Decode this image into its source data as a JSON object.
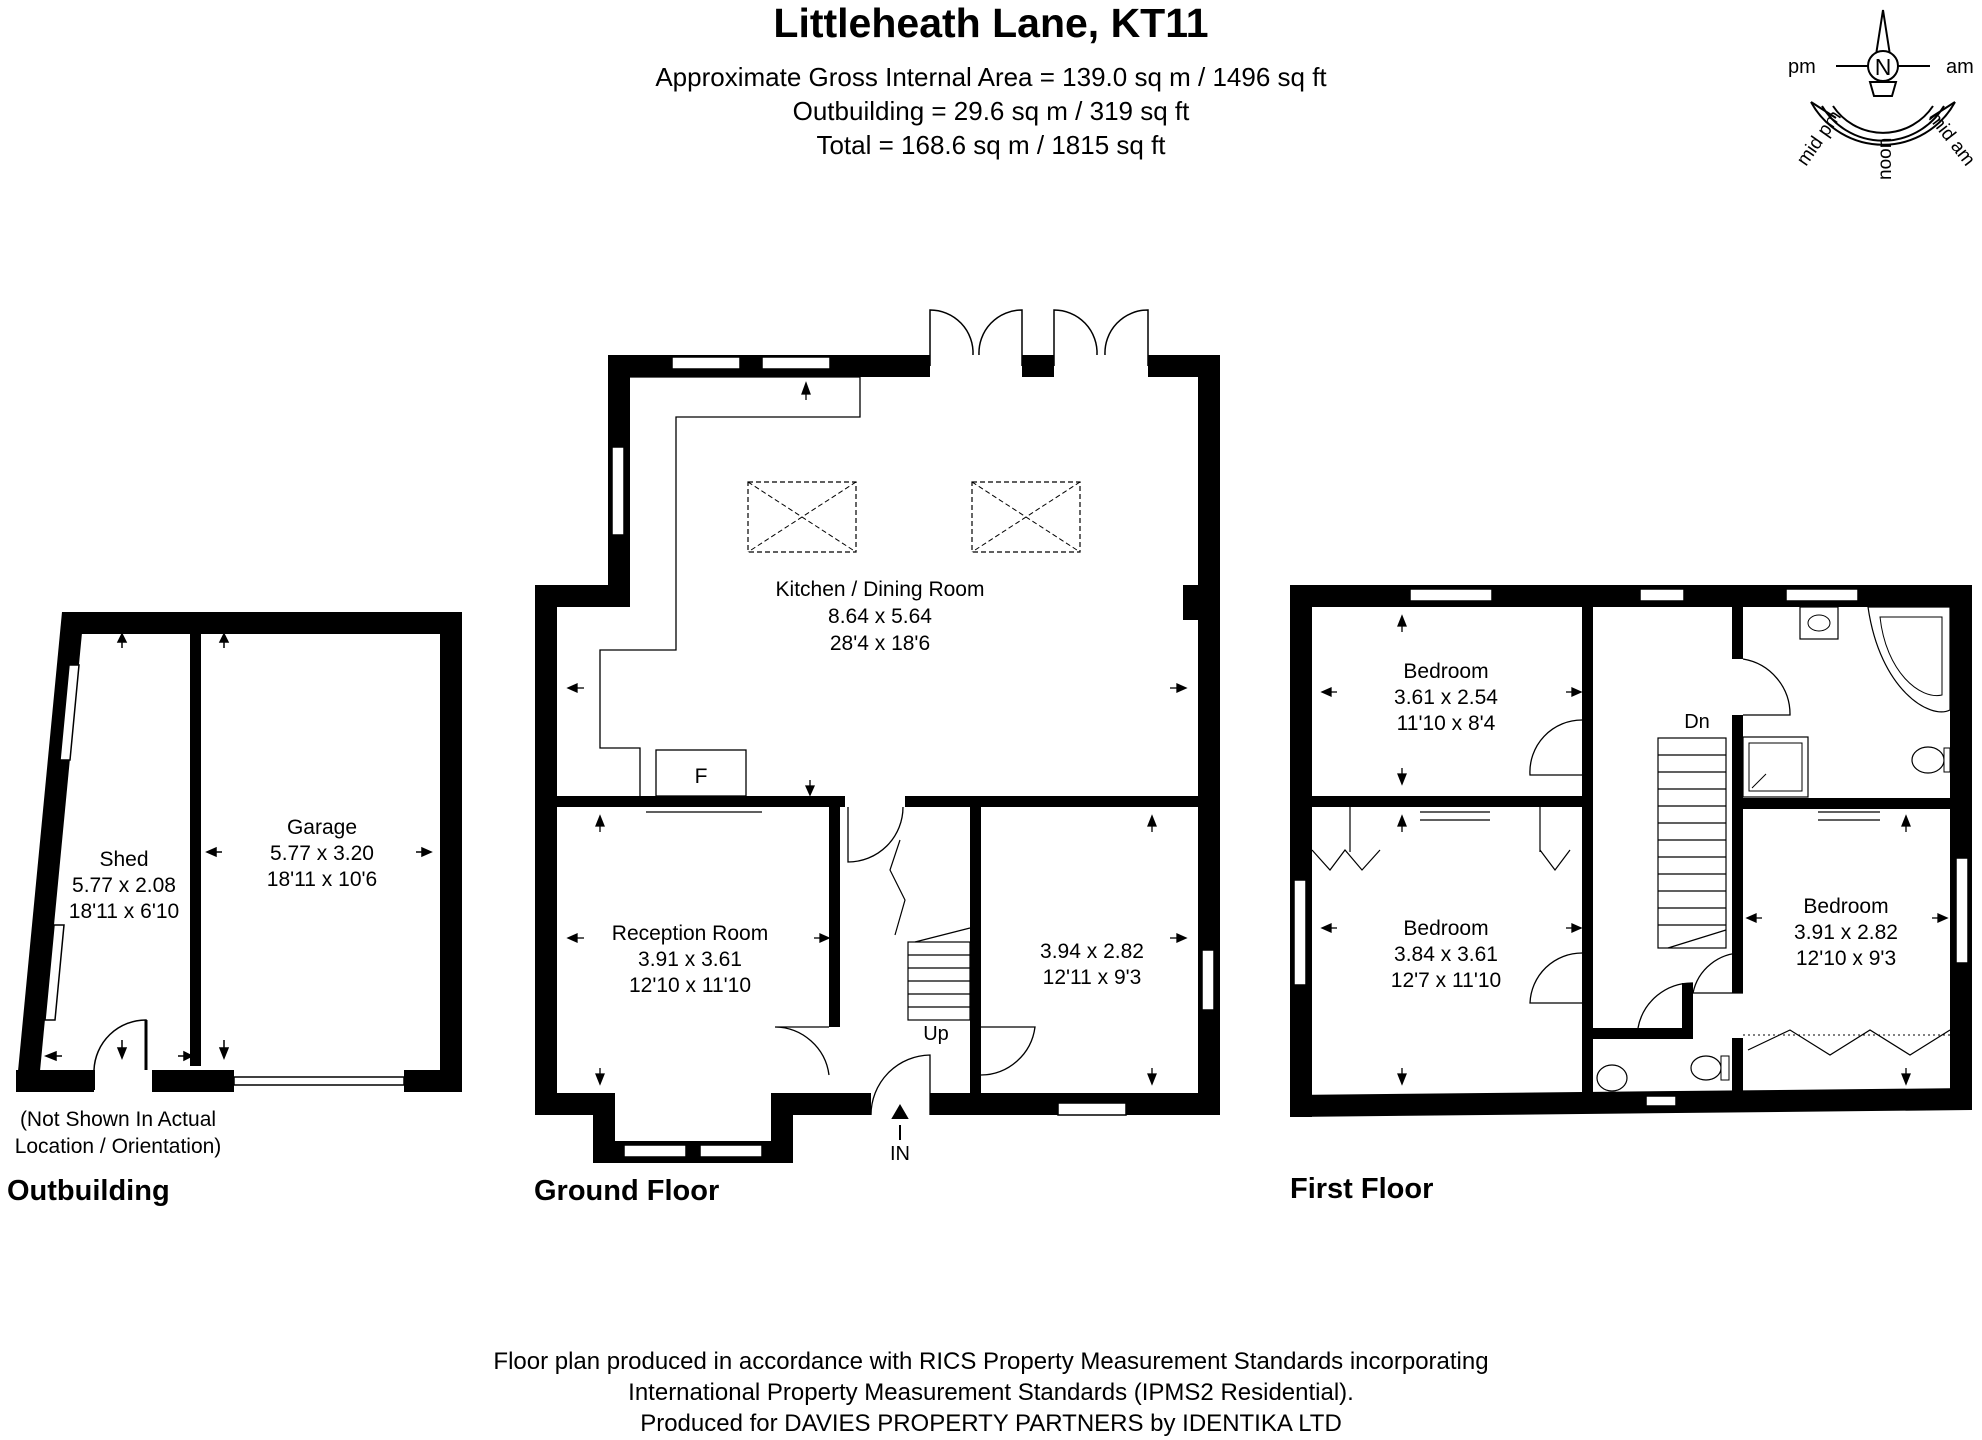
{
  "header": {
    "title": "Littleheath Lane, KT11",
    "gross_area": "Approximate Gross Internal Area = 139.0 sq m / 1496 sq ft",
    "outbuilding_area": "Outbuilding = 29.6 sq m / 319 sq ft",
    "total_area": "Total = 168.6 sq m / 1815 sq ft"
  },
  "compass": {
    "north": "N",
    "pm": "pm",
    "am": "am",
    "mid_pm": "mid pm",
    "noon": "noon",
    "mid_am": "mid am"
  },
  "outbuilding": {
    "label": "Outbuilding",
    "note_line1": "(Not Shown In Actual",
    "note_line2": "Location / Orientation)",
    "shed": {
      "name": "Shed",
      "metric": "5.77 x 2.08",
      "imperial": "18'11 x 6'10"
    },
    "garage": {
      "name": "Garage",
      "metric": "5.77 x 3.20",
      "imperial": "18'11 x 10'6"
    }
  },
  "ground_floor": {
    "label": "Ground Floor",
    "kitchen": {
      "name": "Kitchen / Dining Room",
      "metric": "8.64 x 5.64",
      "imperial": "28'4 x 18'6"
    },
    "reception": {
      "name": "Reception Room",
      "metric": "3.91 x 3.61",
      "imperial": "12'10 x 11'10"
    },
    "front_room": {
      "metric": "3.94 x 2.82",
      "imperial": "12'11 x 9'3"
    },
    "fireplace": "F",
    "stairs": "Up",
    "entrance": "IN"
  },
  "first_floor": {
    "label": "First Floor",
    "bedroom_rear": {
      "name": "Bedroom",
      "metric": "3.61 x 2.54",
      "imperial": "11'10 x 8'4"
    },
    "bedroom_main": {
      "name": "Bedroom",
      "metric": "3.84 x 3.61",
      "imperial": "12'7 x 11'10"
    },
    "bedroom_front": {
      "name": "Bedroom",
      "metric": "3.91 x 2.82",
      "imperial": "12'10 x 9'3"
    },
    "stairs": "Dn"
  },
  "footer": {
    "line1": "Floor plan produced in accordance with RICS Property Measurement Standards incorporating",
    "line2": "International Property Measurement Standards (IPMS2 Residential).",
    "line3": "Produced for DAVIES PROPERTY PARTNERS by IDENTIKA LTD"
  }
}
